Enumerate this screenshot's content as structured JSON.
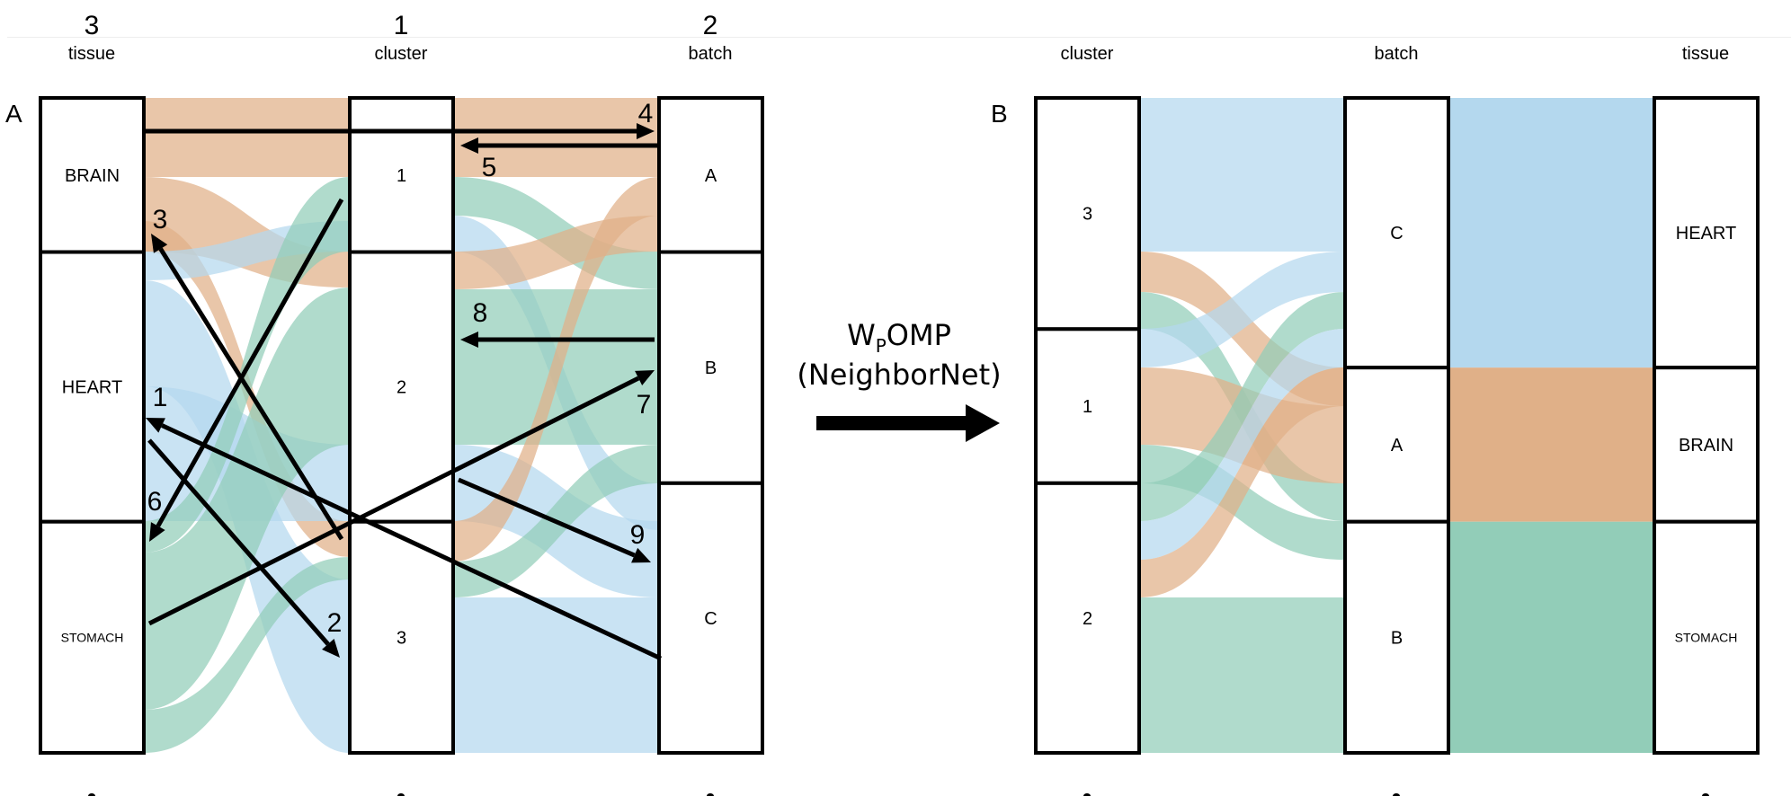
{
  "colors": {
    "brain": "#e0b088",
    "heart": "#b4d8ee",
    "stomach": "#92cdb8",
    "outline": "#000000"
  },
  "panelA": {
    "label": "A",
    "axes": [
      {
        "name": "tissue",
        "rank": "3",
        "nodes": [
          {
            "label": "BRAIN",
            "size": 2
          },
          {
            "label": "HEART",
            "size": 3.5
          },
          {
            "label": "STOMACH",
            "size": 3
          }
        ]
      },
      {
        "name": "cluster",
        "rank": "1",
        "nodes": [
          {
            "label": "1",
            "size": 2
          },
          {
            "label": "2",
            "size": 3.5
          },
          {
            "label": "3",
            "size": 3
          }
        ]
      },
      {
        "name": "batch",
        "rank": "2",
        "nodes": [
          {
            "label": "A",
            "size": 2
          },
          {
            "label": "B",
            "size": 3
          },
          {
            "label": "C",
            "size": 3.5
          }
        ]
      }
    ],
    "arrows": [
      {
        "label": "1"
      },
      {
        "label": "2"
      },
      {
        "label": "3"
      },
      {
        "label": "4"
      },
      {
        "label": "5"
      },
      {
        "label": "6"
      },
      {
        "label": "7"
      },
      {
        "label": "8"
      },
      {
        "label": "9"
      }
    ]
  },
  "transition": {
    "title_main": "W",
    "title_sub": "P",
    "title_rest": "OMP",
    "subtitle": "(NeighborNet)"
  },
  "panelB": {
    "label": "B",
    "axes": [
      {
        "name": "cluster",
        "nodes": [
          {
            "label": "3",
            "size": 3
          },
          {
            "label": "1",
            "size": 2
          },
          {
            "label": "2",
            "size": 3.5
          }
        ]
      },
      {
        "name": "batch",
        "nodes": [
          {
            "label": "C",
            "size": 3.5
          },
          {
            "label": "A",
            "size": 2
          },
          {
            "label": "B",
            "size": 3
          }
        ]
      },
      {
        "name": "tissue",
        "nodes": [
          {
            "label": "HEART",
            "size": 3.5
          },
          {
            "label": "BRAIN",
            "size": 2
          },
          {
            "label": "STOMACH",
            "size": 3
          }
        ]
      }
    ]
  },
  "chart_data": {
    "type": "alluvial",
    "panels": [
      {
        "id": "A",
        "axes_order": [
          "tissue",
          "cluster",
          "batch"
        ],
        "axis_ranks": {
          "tissue": 3,
          "cluster": 1,
          "batch": 2
        },
        "color_by": "tissue",
        "strata": {
          "tissue": [
            "BRAIN",
            "HEART",
            "STOMACH"
          ],
          "cluster": [
            "1",
            "2",
            "3"
          ],
          "batch": [
            "A",
            "B",
            "C"
          ]
        },
        "annotated_crossings": [
          "1",
          "2",
          "3",
          "4",
          "5",
          "6",
          "7",
          "8",
          "9"
        ]
      },
      {
        "id": "B",
        "method": "WPOMP (NeighborNet)",
        "axes_order": [
          "cluster",
          "batch",
          "tissue"
        ],
        "color_by": "tissue",
        "strata": {
          "cluster": [
            "3",
            "1",
            "2"
          ],
          "batch": [
            "C",
            "A",
            "B"
          ],
          "tissue": [
            "HEART",
            "BRAIN",
            "STOMACH"
          ]
        }
      }
    ]
  }
}
